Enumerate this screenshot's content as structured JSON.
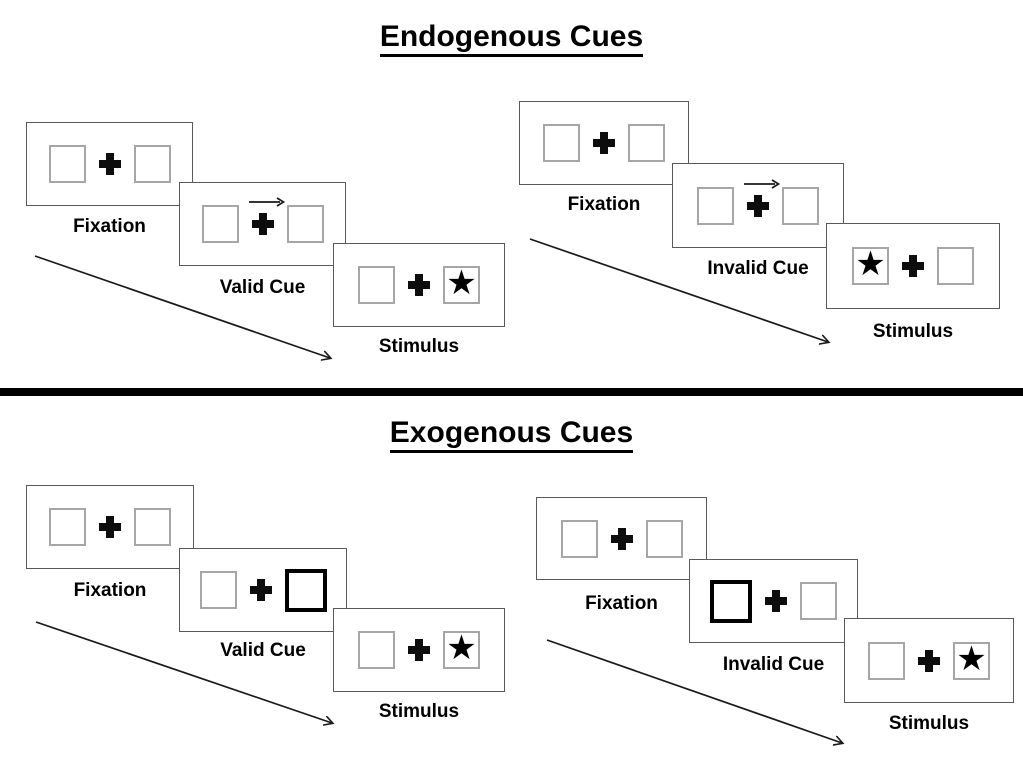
{
  "sections": [
    {
      "id": "endogenous",
      "title": "Endogenous Cues",
      "trials": [
        {
          "id": "endogenous-valid",
          "steps": [
            {
              "label": "Fixation",
              "type": "fixation"
            },
            {
              "label": "Valid Cue",
              "type": "arrow-cue",
              "cue_direction": "right"
            },
            {
              "label": "Stimulus",
              "type": "stimulus",
              "star_side": "right"
            }
          ]
        },
        {
          "id": "endogenous-invalid",
          "steps": [
            {
              "label": "Fixation",
              "type": "fixation"
            },
            {
              "label": "Invalid Cue",
              "type": "arrow-cue",
              "cue_direction": "right"
            },
            {
              "label": "Stimulus",
              "type": "stimulus",
              "star_side": "left"
            }
          ]
        }
      ]
    },
    {
      "id": "exogenous",
      "title": "Exogenous Cues",
      "trials": [
        {
          "id": "exogenous-valid",
          "steps": [
            {
              "label": "Fixation",
              "type": "fixation"
            },
            {
              "label": "Valid Cue",
              "type": "box-cue",
              "cue_side": "right"
            },
            {
              "label": "Stimulus",
              "type": "stimulus",
              "star_side": "right"
            }
          ]
        },
        {
          "id": "exogenous-invalid",
          "steps": [
            {
              "label": "Fixation",
              "type": "fixation"
            },
            {
              "label": "Invalid Cue",
              "type": "box-cue",
              "cue_side": "left"
            },
            {
              "label": "Stimulus",
              "type": "stimulus",
              "star_side": "right"
            }
          ]
        }
      ]
    }
  ],
  "icons": {
    "star": "★",
    "fixation_cross": "plus-cross",
    "cue_arrow": "arrow-right",
    "timeline_arrow": "arrow-down-right"
  },
  "colors": {
    "background": "#ffffff",
    "panel_border": "#595959",
    "placeholder_box_border": "#a6a6a6",
    "cue_box_border": "#000000",
    "ink": "#000000"
  }
}
